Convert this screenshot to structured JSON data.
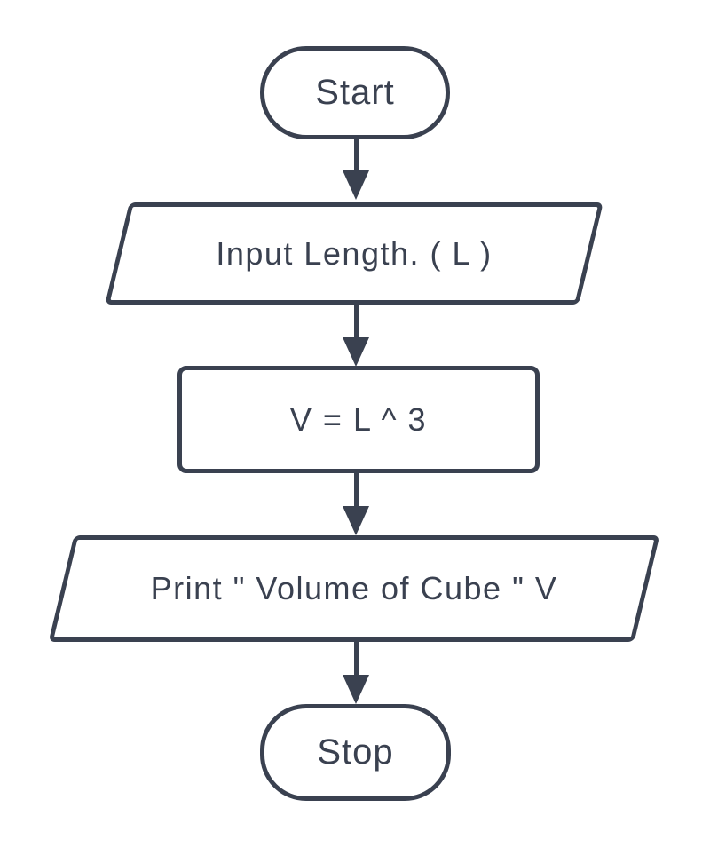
{
  "diagram": {
    "type": "flowchart",
    "description": "Flowchart computing the volume of a cube from an input length",
    "colors": {
      "stroke": "#3a4150",
      "node_fill": "#ffffff",
      "background": "#ffffff",
      "text": "#3a4150"
    },
    "nodes": [
      {
        "id": "start",
        "type": "terminator",
        "label": "Start"
      },
      {
        "id": "input",
        "type": "parallelogram",
        "label": "Input Length. ( L )"
      },
      {
        "id": "process",
        "type": "rectangle",
        "label": "V = L ^ 3"
      },
      {
        "id": "output",
        "type": "parallelogram",
        "label": "Print \" Volume of Cube \" V"
      },
      {
        "id": "stop",
        "type": "terminator",
        "label": "Stop"
      }
    ],
    "edges": [
      {
        "from": "start",
        "to": "input",
        "direction": "down"
      },
      {
        "from": "input",
        "to": "process",
        "direction": "down"
      },
      {
        "from": "process",
        "to": "output",
        "direction": "down"
      },
      {
        "from": "output",
        "to": "stop",
        "direction": "down"
      }
    ]
  }
}
